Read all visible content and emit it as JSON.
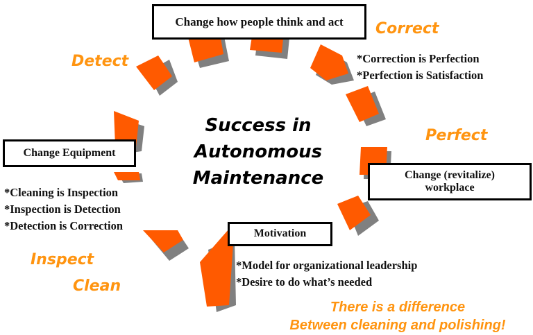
{
  "diagram": {
    "title_lines": [
      "Success in",
      "Autonomous",
      "Maintenance"
    ],
    "boxes": {
      "think_act": "Change how people think and act",
      "equipment": "Change Equipment",
      "workplace_line1": "Change (revitalize)",
      "workplace_line2": "workplace",
      "motivation": "Motivation"
    },
    "stages": {
      "detect": "Detect",
      "correct": "Correct",
      "perfect": "Perfect",
      "inspect": "Inspect",
      "clean": "Clean"
    },
    "bullets": {
      "correct": [
        "*Correction is Perfection",
        "*Perfection is Satisfaction"
      ],
      "equipment": [
        "*Cleaning is Inspection",
        "*Inspection is Detection",
        "*Detection is Correction"
      ],
      "motivation": [
        "*Model for organizational leadership",
        "*Desire to do what’s needed"
      ]
    },
    "note_lines": [
      "There is a difference",
      "Between cleaning and polishing!"
    ],
    "colors": {
      "segment": "#ff5a00",
      "shadow": "#808080",
      "stage_text": "#ff9410",
      "box_border": "#000000"
    }
  }
}
